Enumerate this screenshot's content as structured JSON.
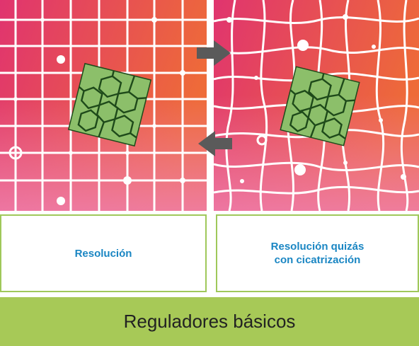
{
  "panels": {
    "left": {
      "caption": "Resolución"
    },
    "right": {
      "caption": "Resolución quizás\ncon cicatrización"
    }
  },
  "footer": {
    "title": "Reguladores básicos"
  },
  "colors": {
    "gradient_top_left": "#e0346f",
    "gradient_right": "#ee6b38",
    "gradient_bottom_left": "#ef7fae",
    "tissue_fill": "#8cbf6a",
    "tissue_edge": "#1e4a1a",
    "caption_text": "#1a86c3",
    "caption_border": "#9fc85a",
    "footer_bg": "#a7c957",
    "arrow": "#5a5a5a"
  },
  "icons": {
    "forward": "arrow-right-icon",
    "backward": "arrow-left-icon"
  }
}
